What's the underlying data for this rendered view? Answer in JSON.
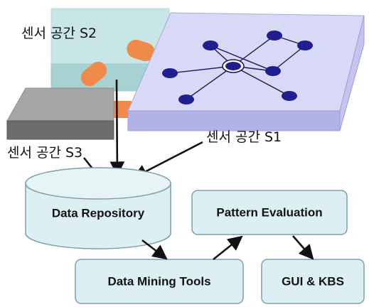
{
  "sensor_spaces": {
    "s1_label": "센서 공간 S1",
    "s2_label": "센서 공간 S2",
    "s3_label": "센서 공간 S3"
  },
  "boxes": {
    "repository": "Data Repository",
    "pattern_evaluation": "Pattern Evaluation",
    "mining_tools": "Data Mining Tools",
    "gui_kbs": "GUI & KBS"
  },
  "colors": {
    "s1_top": "#d8d9f6",
    "s1_front": "#b3b2e8",
    "s2_top": "#c9e6e6",
    "s2_front": "#a7d2d2",
    "s3_top": "#a6a6a6",
    "s3_front": "#6c6c6c",
    "connector": "#f08a4b",
    "node": "#1f1f8f",
    "box_fill": "#dceff2",
    "box_stroke": "#7f9ea8",
    "arrow": "#111111"
  }
}
